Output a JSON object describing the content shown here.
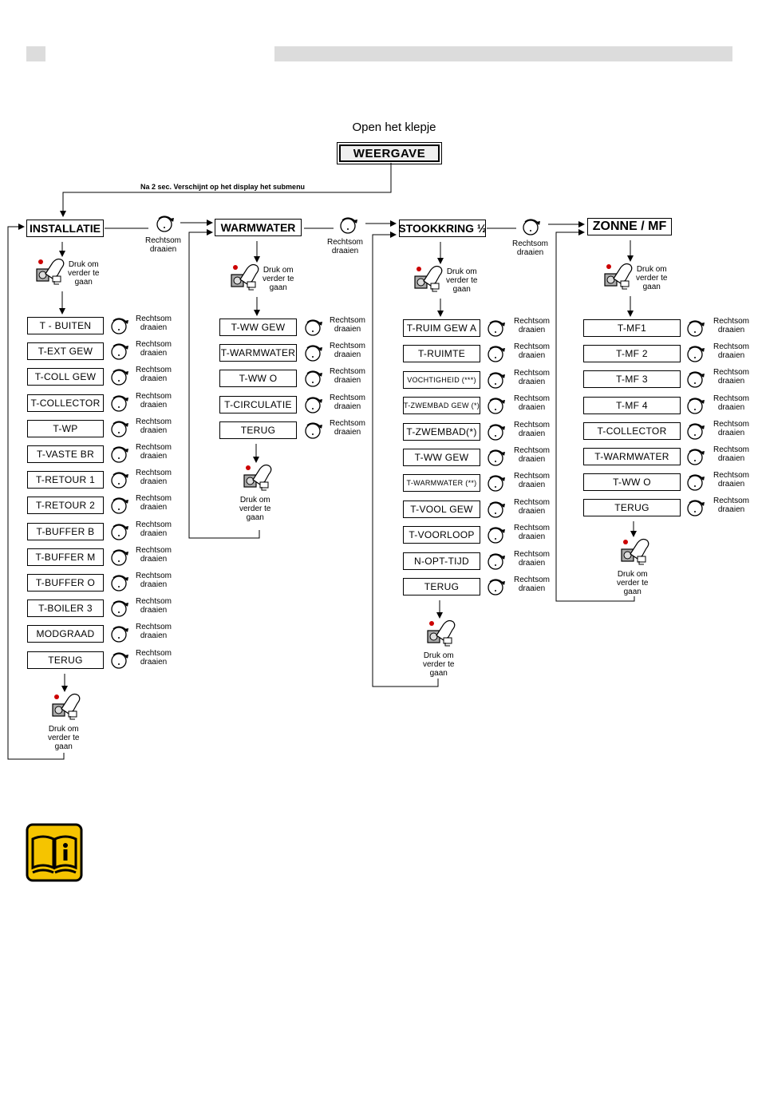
{
  "header": {
    "title": "Open het klepje",
    "display": "WEERGAVE"
  },
  "note": "Na 2 sec. Verschijnt op het display het submenu",
  "labels": {
    "rotate_line1": "Rechtsom",
    "rotate_line2": "draaien",
    "press_line1": "Druk om",
    "press_line2": "verder te",
    "press_line3": "gaan"
  },
  "columns": [
    {
      "heading": "INSTALLATIE",
      "items": [
        "T - BUITEN",
        "T-EXT GEW",
        "T-COLL GEW",
        "T-COLLECTOR",
        "T-WP",
        "T-VASTE BR",
        "T-RETOUR  1",
        "T-RETOUR 2",
        "T-BUFFER B",
        "T-BUFFER M",
        "T-BUFFER O",
        "T-BOILER 3",
        "MODGRAAD",
        "TERUG"
      ]
    },
    {
      "heading": "WARMWATER",
      "items": [
        "T-WW GEW",
        "T-WARMWATER",
        "T-WW O",
        "T-CIRCULATIE",
        "TERUG"
      ]
    },
    {
      "heading": "STOOKKRING ½",
      "items": [
        "T-RUIM GEW A",
        "T-RUIMTE",
        "VOCHTIGHEID (***)",
        "T-ZWEMBAD GEW (*)",
        "T-ZWEMBAD(*)",
        "T-WW GEW",
        "T-WARMWATER (**)",
        "T-VOOL GEW",
        "T-VOORLOOP",
        "N-OPT-TIJD",
        "TERUG"
      ]
    },
    {
      "heading": "ZONNE / MF",
      "items": [
        "T-MF1",
        "T-MF 2",
        "T-MF 3",
        "T-MF 4",
        "T-COLLECTOR",
        "T-WARMWATER",
        "T-WW O",
        "TERUG"
      ]
    }
  ],
  "colors": {
    "header_bar": "#dcdcdc",
    "info_icon": "#f5c400",
    "press_dot": "#cc0000"
  },
  "icons": {
    "rotate": "knob-clockwise-icon",
    "press": "press-button-icon",
    "manual": "book-info-icon"
  }
}
